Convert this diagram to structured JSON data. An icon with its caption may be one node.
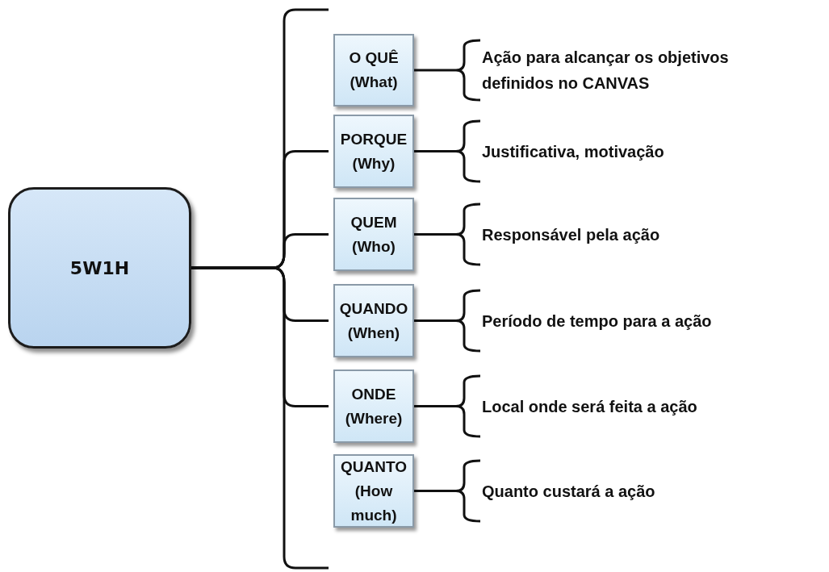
{
  "diagram": {
    "nodes": [
      {
        "text": [
          "5W1H"
        ]
      },
      {
        "text": [
          "O QUÊ (What)"
        ]
      },
      {
        "text": [
          "PORQUE (Why)"
        ]
      },
      {
        "text": [
          "QUEM (Who)"
        ]
      },
      {
        "text": [
          "QUANDO (When)"
        ]
      },
      {
        "text": [
          "ONDE (Where)"
        ]
      },
      {
        "text": [
          "QUANTO (How much)"
        ]
      },
      {
        "text": [
          "Ação para alcançar os objetivos definidos no CANVAS"
        ]
      },
      {
        "text": [
          "Justificativa, motivação"
        ]
      },
      {
        "text": [
          "Responsável pela ação"
        ]
      },
      {
        "text": [
          "Período de tempo para a ação"
        ]
      },
      {
        "text": [
          "Local onde será feita a ação"
        ]
      },
      {
        "text": [
          "Quanto custará a ação"
        ]
      }
    ],
    "edges": [
      {
        "from": 0,
        "to": 1,
        "arrow": "none"
      },
      {
        "from": 0,
        "to": 2,
        "arrow": "none"
      },
      {
        "from": 0,
        "to": 3,
        "arrow": "none"
      },
      {
        "from": 0,
        "to": 4,
        "arrow": "none"
      },
      {
        "from": 0,
        "to": 5,
        "arrow": "none"
      },
      {
        "from": 0,
        "to": 6,
        "arrow": "none"
      },
      {
        "from": 1,
        "to": 7,
        "arrow": "none"
      },
      {
        "from": 2,
        "to": 8,
        "arrow": "none"
      },
      {
        "from": 3,
        "to": 9,
        "arrow": "none"
      },
      {
        "from": 4,
        "to": 10,
        "arrow": "none"
      },
      {
        "from": 5,
        "to": 11,
        "arrow": "none"
      },
      {
        "from": 6,
        "to": 12,
        "arrow": "none"
      }
    ]
  }
}
